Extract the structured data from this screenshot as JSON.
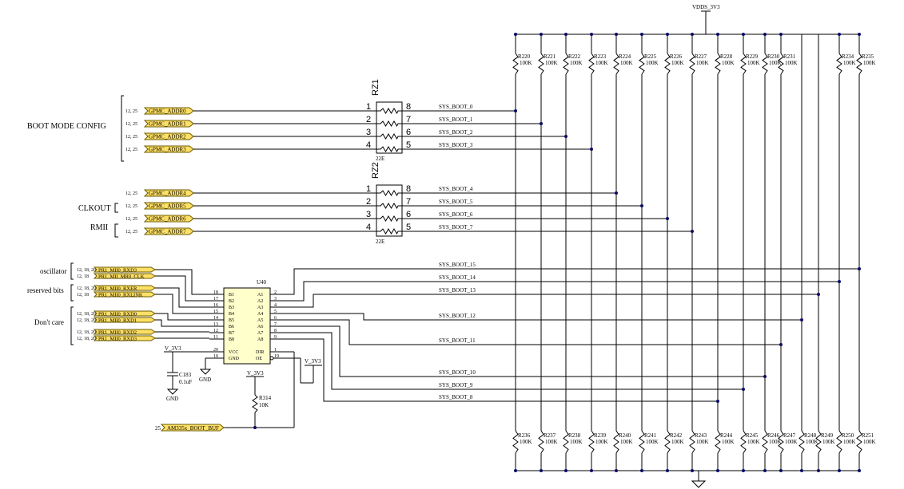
{
  "power": {
    "vdds": "VDDS_3V3",
    "v3v3": "V_3V3",
    "gnd": "GND"
  },
  "section_labels": {
    "boot_mode_config": "BOOT MODE CONFIG",
    "clkout": "CLKOUT",
    "rmii": "RMII",
    "oscillator": "oscillator",
    "reserved_bits": "reserved bits",
    "dont_care": "Don't care"
  },
  "gpmc_ports": [
    {
      "ref": "12, 25",
      "name": "GPMC_ADDR0"
    },
    {
      "ref": "12, 25",
      "name": "GPMC_ADDR1"
    },
    {
      "ref": "12, 25",
      "name": "GPMC_ADDR2"
    },
    {
      "ref": "12, 25",
      "name": "GPMC_ADDR3"
    },
    {
      "ref": "12, 25",
      "name": "GPMC_ADDR4"
    },
    {
      "ref": "12, 25",
      "name": "GPMC_ADDR5"
    },
    {
      "ref": "12, 25",
      "name": "GPMC_ADDR6"
    },
    {
      "ref": "12, 25",
      "name": "GPMC_ADDR7"
    }
  ],
  "pr1_ports": [
    {
      "ref": "12, 18, 20",
      "name": "PR1_MII0_RXD3"
    },
    {
      "ref": "12, 18",
      "name": "PR1_MII_MR0_CLK"
    },
    {
      "ref": "12, 18, 20",
      "name": "PR1_MII0_RXER"
    },
    {
      "ref": "12, 18",
      "name": "PR1_MII0_RXLINK"
    },
    {
      "ref": "12, 18, 20",
      "name": "PR1_MII0_RXD0"
    },
    {
      "ref": "12, 18, 20",
      "name": "PR1_MII0_RXD1"
    },
    {
      "ref": "12, 18, 20",
      "name": "PR1_MII0_RXD2"
    },
    {
      "ref": "12, 18, 20",
      "name": "PR1_MII0_RXD3"
    }
  ],
  "rz1": {
    "name": "RZ1",
    "value": "22E",
    "left_pins": [
      "1",
      "2",
      "3",
      "4"
    ],
    "right_pins": [
      "8",
      "7",
      "6",
      "5"
    ]
  },
  "rz2": {
    "name": "RZ2",
    "value": "22E",
    "left_pins": [
      "1",
      "2",
      "3",
      "4"
    ],
    "right_pins": [
      "8",
      "7",
      "6",
      "5"
    ]
  },
  "sys_boot_nets_top": [
    "SYS_BOOT_0",
    "SYS_BOOT_1",
    "SYS_BOOT_2",
    "SYS_BOOT_3",
    "SYS_BOOT_4",
    "SYS_BOOT_5",
    "SYS_BOOT_6",
    "SYS_BOOT_7"
  ],
  "sys_boot_nets_u40": [
    "SYS_BOOT_15",
    "SYS_BOOT_14",
    "SYS_BOOT_13",
    "SYS_BOOT_12",
    "SYS_BOOT_11",
    "SYS_BOOT_10",
    "SYS_BOOT_9",
    "SYS_BOOT_8"
  ],
  "u40": {
    "name": "U40",
    "b_pins": [
      {
        "num": "18",
        "name": "B1"
      },
      {
        "num": "17",
        "name": "B2"
      },
      {
        "num": "16",
        "name": "B3"
      },
      {
        "num": "15",
        "name": "B4"
      },
      {
        "num": "14",
        "name": "B5"
      },
      {
        "num": "13",
        "name": "B6"
      },
      {
        "num": "12",
        "name": "B7"
      },
      {
        "num": "11",
        "name": "B8"
      }
    ],
    "a_pins": [
      {
        "num": "2",
        "name": "A1"
      },
      {
        "num": "3",
        "name": "A2"
      },
      {
        "num": "4",
        "name": "A3"
      },
      {
        "num": "5",
        "name": "A4"
      },
      {
        "num": "6",
        "name": "A5"
      },
      {
        "num": "7",
        "name": "A6"
      },
      {
        "num": "8",
        "name": "A7"
      },
      {
        "num": "9",
        "name": "A8"
      }
    ],
    "vcc": {
      "num": "20",
      "name": "VCC"
    },
    "gnd": {
      "num": "10",
      "name": "GND"
    },
    "dir": {
      "num": "1",
      "name": "DIR"
    },
    "oe": {
      "num": "19",
      "name": "OE"
    }
  },
  "c183": {
    "name": "C183",
    "value": "0.1uF"
  },
  "r314": {
    "name": "R314",
    "value": "10K"
  },
  "boot_buf": {
    "ref": "25",
    "name": "AM335x_BOOT_BUF"
  },
  "pullups": [
    "R220",
    "R221",
    "R222",
    "R223",
    "R224",
    "R225",
    "R226",
    "R227",
    "R228",
    "R229",
    "R230",
    "R231",
    "R234",
    "R235"
  ],
  "pulldowns": [
    "R236",
    "R237",
    "R238",
    "R239",
    "R240",
    "R241",
    "R242",
    "R243",
    "R244",
    "R245",
    "R246",
    "R247",
    "R248",
    "R249",
    "R250",
    "R251"
  ],
  "resistor_value": "100K"
}
